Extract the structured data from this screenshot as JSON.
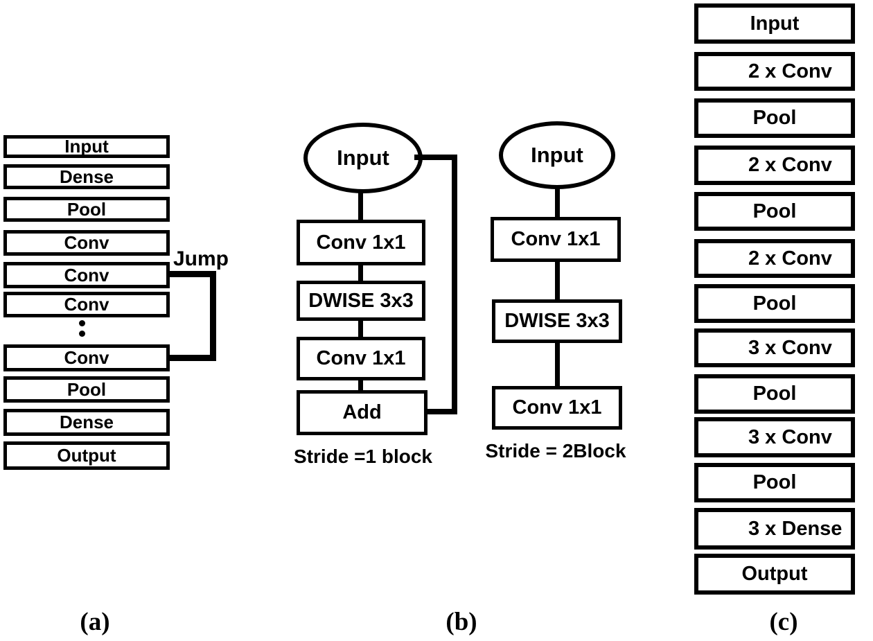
{
  "figure": {
    "panel_a": {
      "caption": "(a)",
      "jump_label": "Jump",
      "layers": [
        "Input",
        "Dense",
        "Pool",
        "Conv",
        "Conv",
        "Conv",
        "Conv",
        "Pool",
        "Dense",
        "Output"
      ]
    },
    "panel_b": {
      "caption": "(b)",
      "stride1_block": {
        "input_label": "Input",
        "layers": [
          "Conv 1x1",
          "DWISE 3x3",
          "Conv 1x1",
          "Add"
        ],
        "caption": "Stride =1 block"
      },
      "stride2_block": {
        "input_label": "Input",
        "layers": [
          "Conv 1x1",
          "DWISE 3x3",
          "Conv 1x1"
        ],
        "caption": "Stride = 2Block"
      }
    },
    "panel_c": {
      "caption": "(c)",
      "layers": [
        "Input",
        "2 x Conv",
        "Pool",
        "2 x Conv",
        "Pool",
        "2 x Conv",
        "Pool",
        "3 x Conv",
        "Pool",
        "3 x Conv",
        "Pool",
        "3 x Dense",
        "Output"
      ]
    },
    "colors": {
      "ink": "#000000",
      "background": "#ffffff"
    }
  }
}
